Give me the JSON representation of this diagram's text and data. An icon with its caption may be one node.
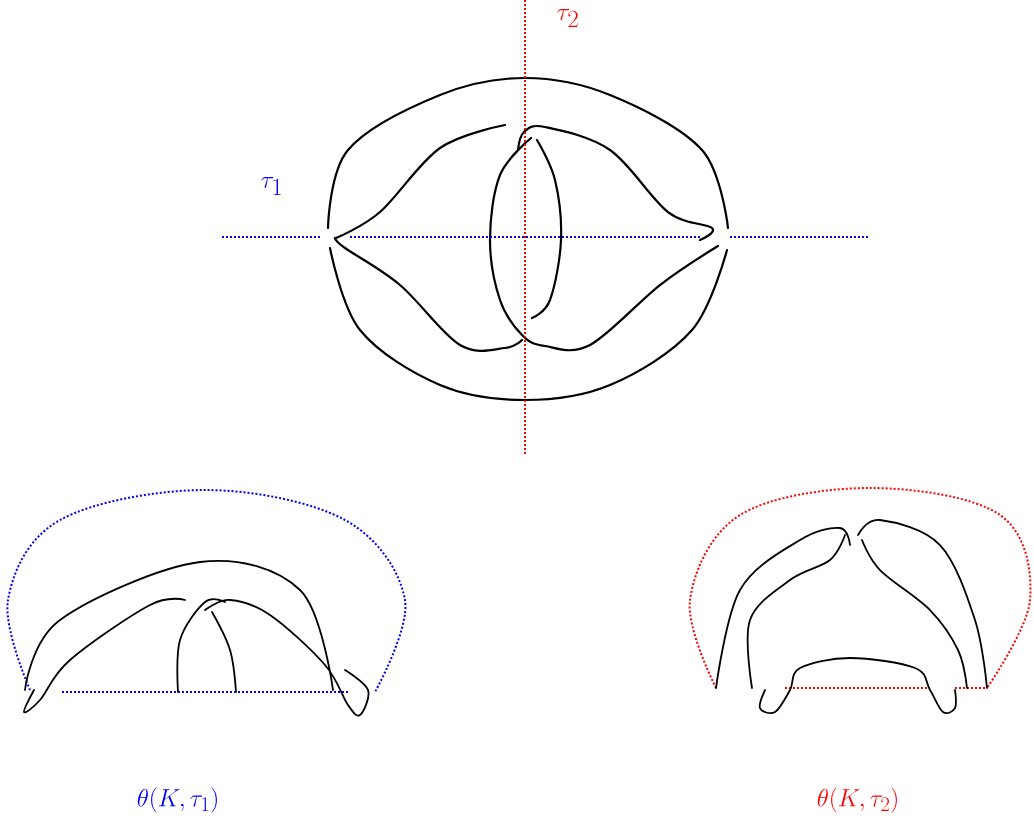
{
  "diagram": {
    "labels": [
      "\\tau_2",
      "\\tau_1",
      "\\theta(K,\\tau_1)",
      "\\theta(K,\\tau_2)"
    ]
  }
}
